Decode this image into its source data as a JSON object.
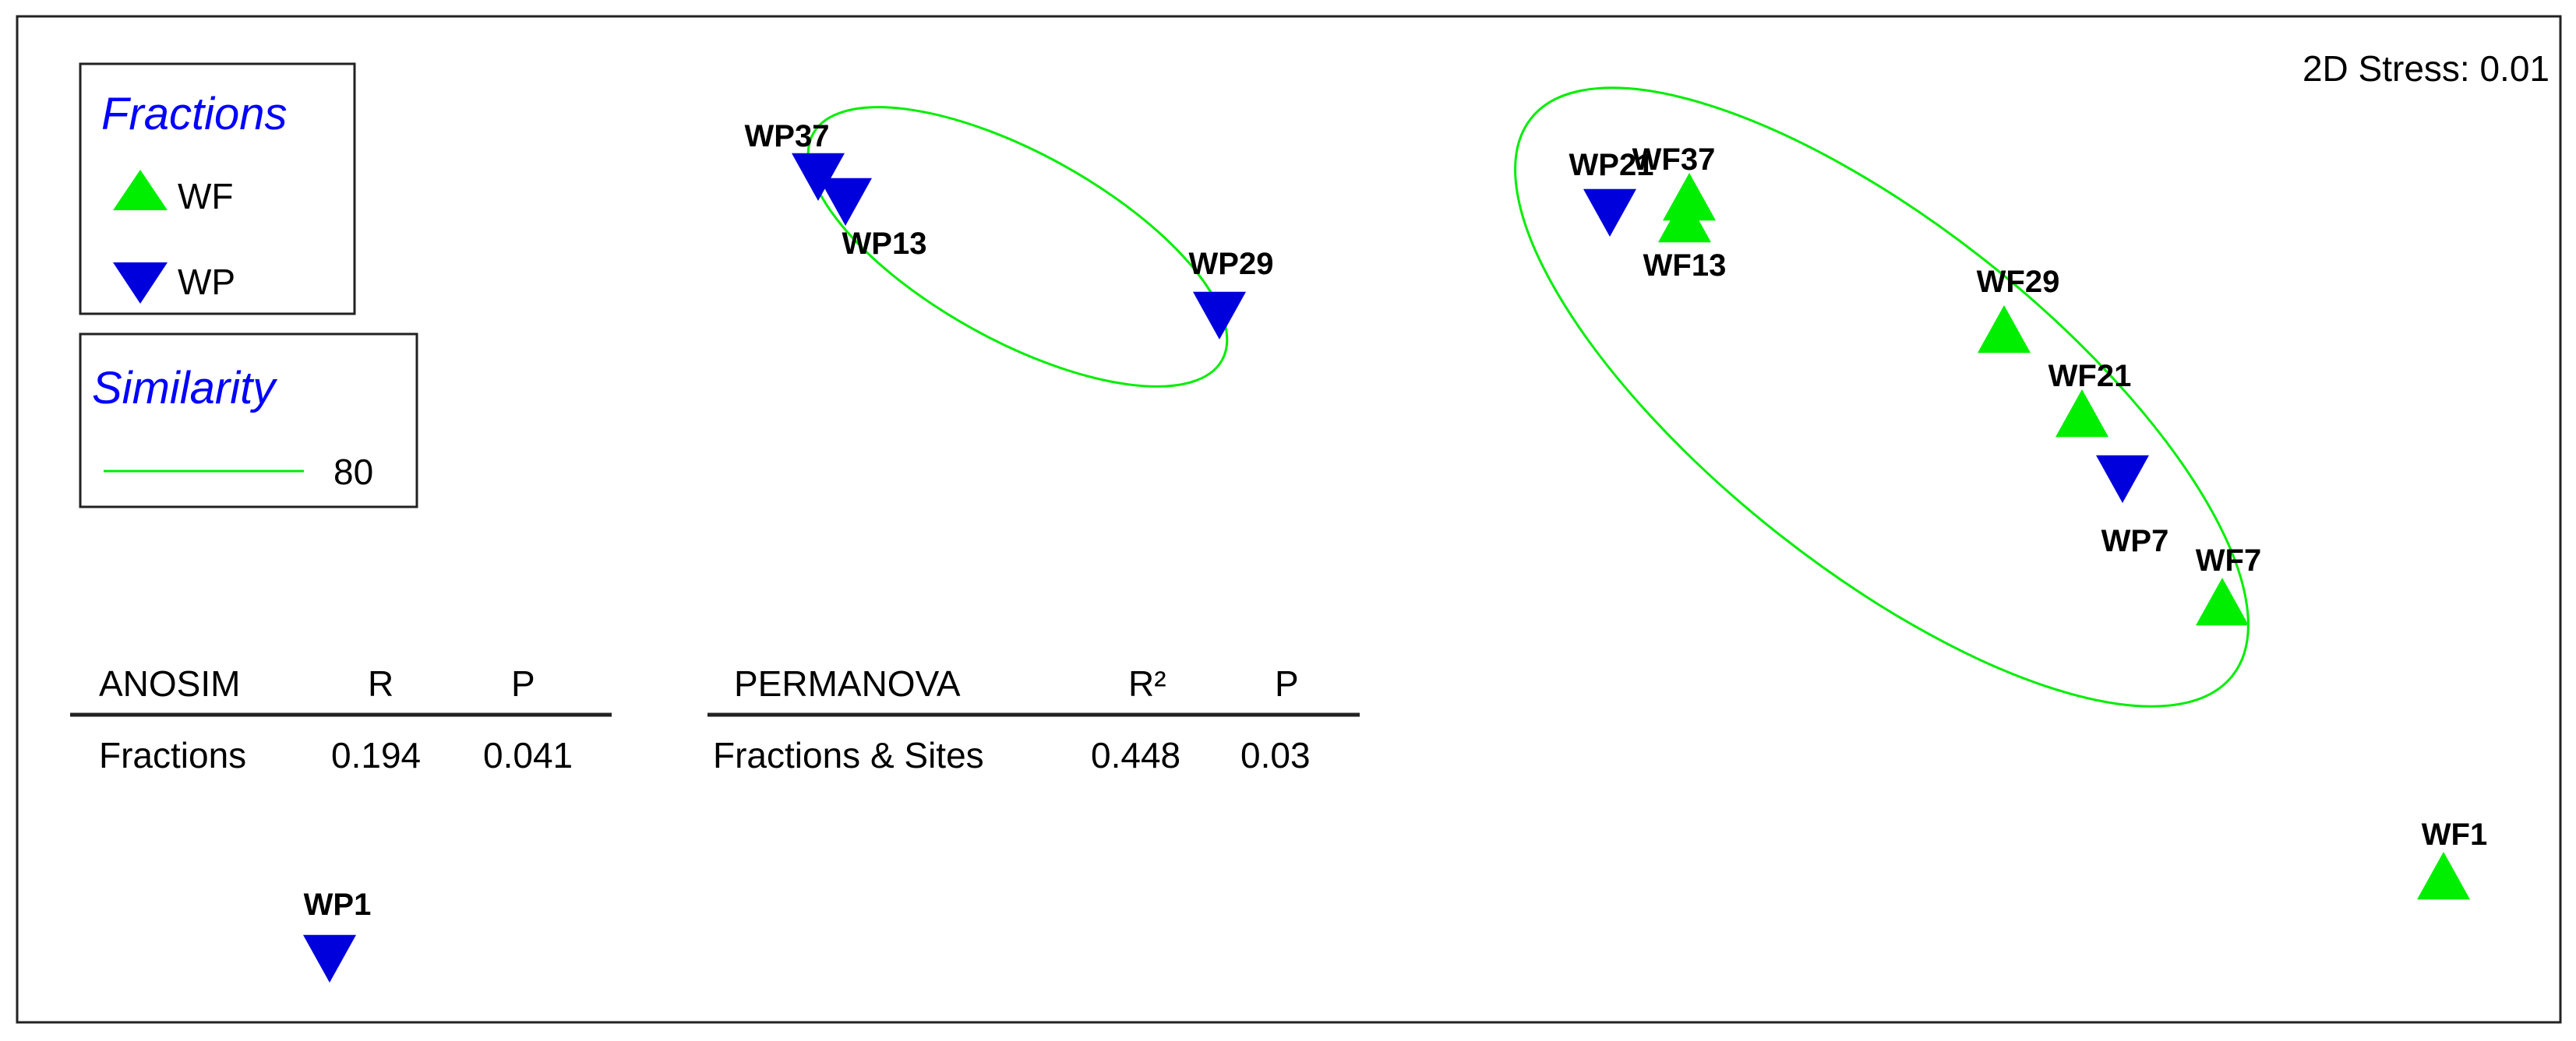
{
  "chart_data": {
    "type": "scatter",
    "stress_label": "2D Stress: 0.01",
    "colors": {
      "WF": "#00ee00",
      "WP": "#0000dd",
      "ellipse": "#00ee00",
      "legend_title": "#0000ff"
    },
    "legend": {
      "title": "Fractions",
      "entries": [
        {
          "label": "WF",
          "group": "WF",
          "marker": "triangle-up"
        },
        {
          "label": "WP",
          "group": "WP",
          "marker": "triangle-down"
        }
      ]
    },
    "similarity_legend": {
      "title": "Similarity",
      "value": "80"
    },
    "points": [
      {
        "label": "WP37",
        "group": "WP"
      },
      {
        "label": "WP13",
        "group": "WP"
      },
      {
        "label": "WP29",
        "group": "WP"
      },
      {
        "label": "WP21",
        "group": "WP"
      },
      {
        "label": "WF37",
        "group": "WF"
      },
      {
        "label": "WF13",
        "group": "WF"
      },
      {
        "label": "WF29",
        "group": "WF"
      },
      {
        "label": "WF21",
        "group": "WF"
      },
      {
        "label": "WP7",
        "group": "WP"
      },
      {
        "label": "WF7",
        "group": "WF"
      },
      {
        "label": "WF1",
        "group": "WF"
      },
      {
        "label": "WP1",
        "group": "WP"
      }
    ],
    "anosim": {
      "headers": [
        "ANOSIM",
        "R",
        "P"
      ],
      "row": [
        "Fractions",
        "0.194",
        "0.041"
      ]
    },
    "permanova": {
      "headers": [
        "PERMANOVA",
        "R²",
        "P"
      ],
      "row": [
        "Fractions & Sites",
        "0.448",
        "0.03"
      ]
    }
  }
}
